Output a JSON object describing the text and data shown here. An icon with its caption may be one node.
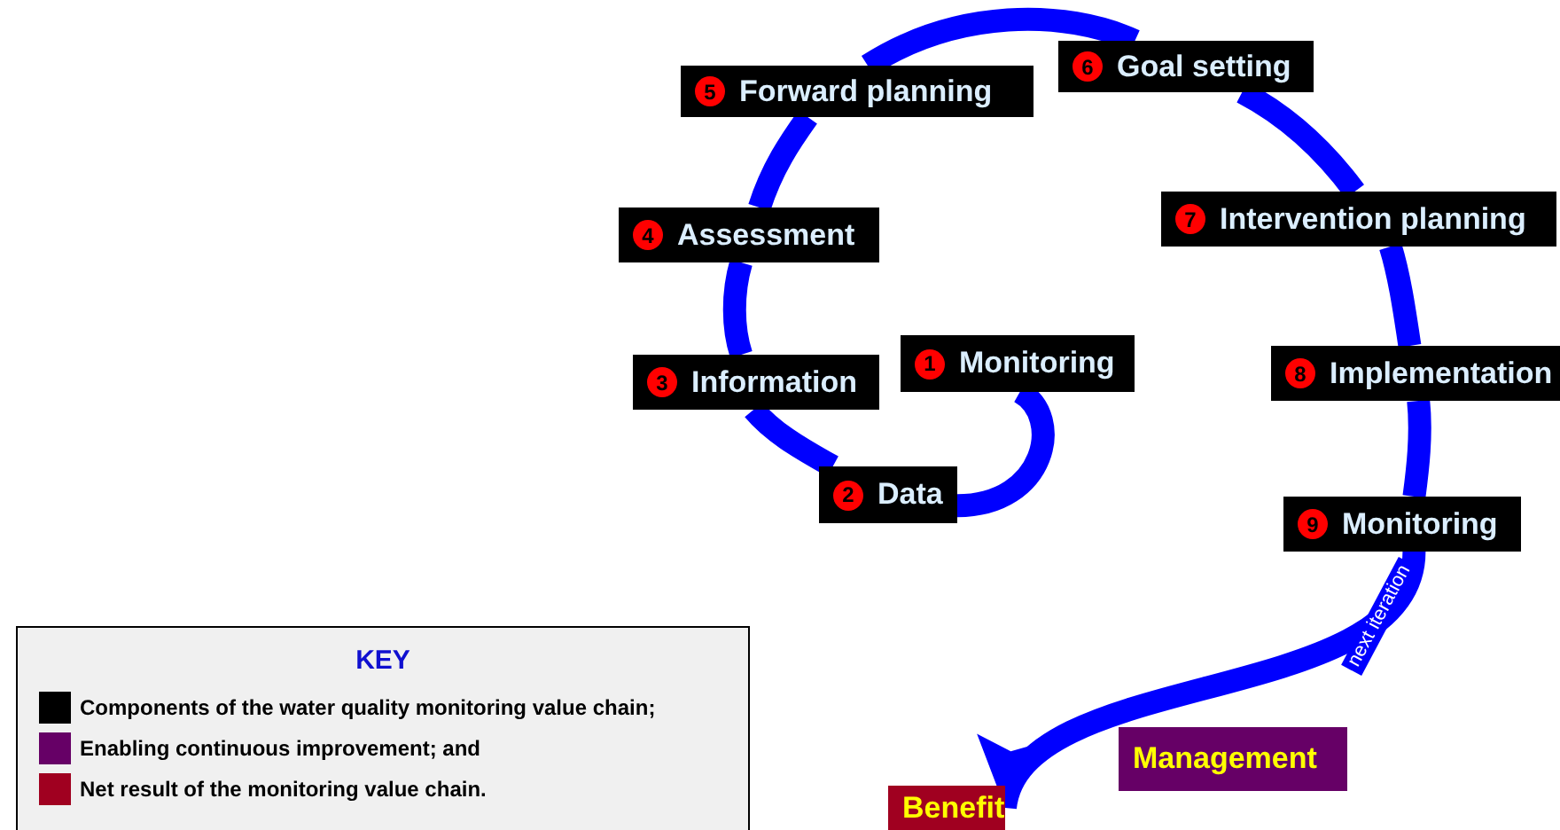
{
  "diagram": {
    "nodes": [
      {
        "text": [
          "1",
          "Monitoring"
        ]
      },
      {
        "text": [
          "2",
          "Data"
        ]
      },
      {
        "text": [
          "3",
          "Information"
        ]
      },
      {
        "text": [
          "4",
          "Assessment"
        ]
      },
      {
        "text": [
          "5",
          "Forward planning"
        ]
      },
      {
        "text": [
          "6",
          "Goal setting"
        ]
      },
      {
        "text": [
          "7",
          "Intervention planning"
        ]
      },
      {
        "text": [
          "8",
          "Implementation"
        ]
      },
      {
        "text": [
          "9",
          "Monitoring"
        ]
      },
      {
        "text": [
          "Management"
        ]
      },
      {
        "text": [
          "Benefit"
        ]
      }
    ],
    "edges": [
      {
        "from": 0,
        "to": 1,
        "arrow": "none"
      },
      {
        "from": 1,
        "to": 2,
        "arrow": "none"
      },
      {
        "from": 2,
        "to": 3,
        "arrow": "none"
      },
      {
        "from": 3,
        "to": 4,
        "arrow": "none"
      },
      {
        "from": 4,
        "to": 5,
        "arrow": "none"
      },
      {
        "from": 5,
        "to": 6,
        "arrow": "none"
      },
      {
        "from": 6,
        "to": 7,
        "arrow": "none"
      },
      {
        "from": 7,
        "to": 8,
        "arrow": "none"
      },
      {
        "from": 8,
        "to": 10,
        "arrow": "to",
        "label": "next iteration"
      }
    ],
    "labels": [
      "KEY"
    ],
    "legend": [
      {
        "text": "Components of the water quality monitoring value chain;",
        "color": "#000000"
      },
      {
        "text": "Enabling continuous improvement; and",
        "color": "#660066"
      },
      {
        "text": "Net result of the monitoring value chain.",
        "color": "#a00020"
      }
    ]
  }
}
